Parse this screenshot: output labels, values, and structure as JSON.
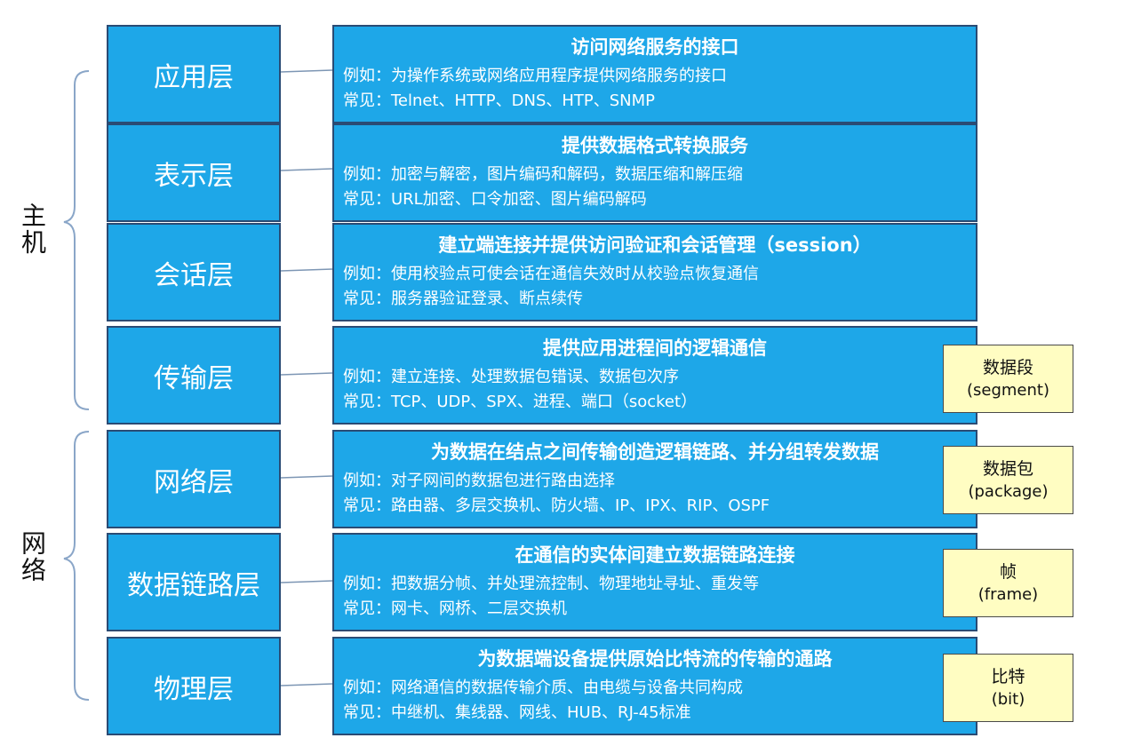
{
  "groups": [
    {
      "label": "主机"
    },
    {
      "label": "网络"
    }
  ],
  "layers": [
    {
      "name": "应用层",
      "title": "访问网络服务的接口",
      "example": "例如：为操作系统或网络应用程序提供网络服务的接口",
      "common": "常见：Telnet、HTTP、DNS、HTP、SNMP"
    },
    {
      "name": "表示层",
      "title": "提供数据格式转换服务",
      "example": "例如：加密与解密，图片编码和解码，数据压缩和解压缩",
      "common": "常见：URL加密、口令加密、图片编码解码"
    },
    {
      "name": "会话层",
      "title": "建立端连接并提供访问验证和会话管理（session）",
      "example": "例如：使用校验点可使会话在通信失效时从校验点恢复通信",
      "common": "常见：服务器验证登录、断点续传"
    },
    {
      "name": "传输层",
      "title": "提供应用进程间的逻辑通信",
      "example": "例如：建立连接、处理数据包错误、数据包次序",
      "common": "常见：TCP、UDP、SPX、进程、端口（socket）",
      "pdu": {
        "name": "数据段",
        "en": "(segment)"
      }
    },
    {
      "name": "网络层",
      "title": "为数据在结点之间传输创造逻辑链路、并分组转发数据",
      "example": "例如：对子网间的数据包进行路由选择",
      "common": "常见：路由器、多层交换机、防火墙、IP、IPX、RIP、OSPF",
      "pdu": {
        "name": "数据包",
        "en": "(package)"
      }
    },
    {
      "name": "数据链路层",
      "title": "在通信的实体间建立数据链路连接",
      "example": "例如：把数据分帧、并处理流控制、物理地址寻址、重发等",
      "common": "常见：网卡、网桥、二层交换机",
      "pdu": {
        "name": "帧",
        "en": "(frame)"
      }
    },
    {
      "name": "物理层",
      "title": "为数据端设备提供原始比特流的传输的通路",
      "example": "例如：网络通信的数据传输介质、由电缆与设备共同构成",
      "common": "常见：中继机、集线器、网线、HUB、RJ-45标准",
      "pdu": {
        "name": "比特",
        "en": "(bit)"
      }
    }
  ]
}
